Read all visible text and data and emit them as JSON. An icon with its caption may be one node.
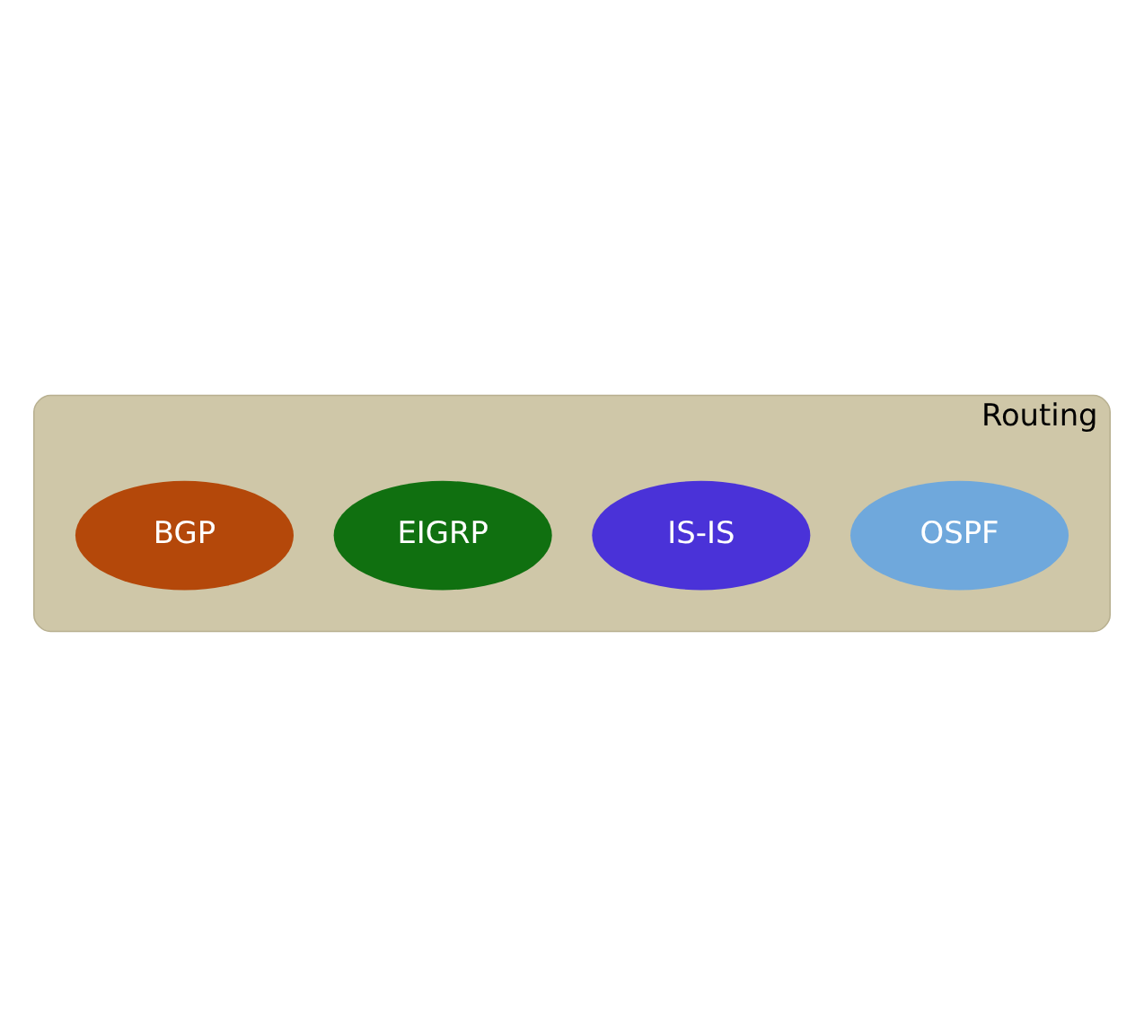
{
  "diagram": {
    "nodes": [
      {
        "text": [
          "Routing"
        ]
      },
      {
        "text": [
          "OSPF"
        ],
        "in": 0
      },
      {
        "text": [
          "IS-IS"
        ],
        "in": 0
      },
      {
        "text": [
          "EIGRP"
        ],
        "in": 0
      },
      {
        "text": [
          "BGP"
        ],
        "in": 0
      }
    ]
  }
}
